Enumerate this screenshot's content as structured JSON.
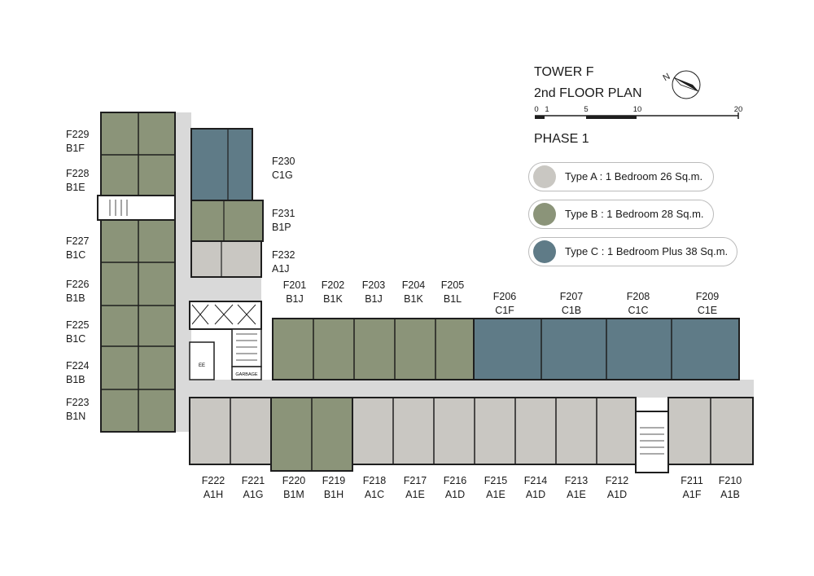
{
  "header": {
    "tower": "TOWER F",
    "floor": "2nd FLOOR PLAN",
    "phase": "PHASE 1",
    "north_letter": "N",
    "scale_ticks": [
      "0",
      "1",
      "5",
      "10",
      "20"
    ]
  },
  "legend": [
    {
      "label": "Type A : 1 Bedroom 26 Sq.m.",
      "color": "#c9c7c2"
    },
    {
      "label": "Type B : 1 Bedroom 28 Sq.m.",
      "color": "#8b9479"
    },
    {
      "label": "Type C : 1 Bedroom Plus 38 Sq.m.",
      "color": "#5f7b87"
    }
  ],
  "colors": {
    "type_a": "#c9c7c2",
    "type_b": "#8b9479",
    "type_c": "#5f7b87",
    "corridor": "#d9d9d9",
    "wall": "#1e1e1e"
  },
  "rooms": {
    "ee": "EE",
    "garbage": "GARBAGE"
  },
  "units_left": [
    {
      "id": "F229",
      "type": "B1F"
    },
    {
      "id": "F228",
      "type": "B1E"
    },
    {
      "id": "F227",
      "type": "B1C"
    },
    {
      "id": "F226",
      "type": "B1B"
    },
    {
      "id": "F225",
      "type": "B1C"
    },
    {
      "id": "F224",
      "type": "B1B"
    },
    {
      "id": "F223",
      "type": "B1N"
    }
  ],
  "units_upper_mid": [
    {
      "id": "F230",
      "type": "C1G"
    },
    {
      "id": "F231",
      "type": "B1P"
    },
    {
      "id": "F232",
      "type": "A1J"
    }
  ],
  "units_top": [
    {
      "id": "F201",
      "type": "B1J"
    },
    {
      "id": "F202",
      "type": "B1K"
    },
    {
      "id": "F203",
      "type": "B1J"
    },
    {
      "id": "F204",
      "type": "B1K"
    },
    {
      "id": "F205",
      "type": "B1L"
    },
    {
      "id": "F206",
      "type": "C1F"
    },
    {
      "id": "F207",
      "type": "C1B"
    },
    {
      "id": "F208",
      "type": "C1C"
    },
    {
      "id": "F209",
      "type": "C1E"
    }
  ],
  "units_bottom": [
    {
      "id": "F222",
      "type": "A1H"
    },
    {
      "id": "F221",
      "type": "A1G"
    },
    {
      "id": "F220",
      "type": "B1M"
    },
    {
      "id": "F219",
      "type": "B1H"
    },
    {
      "id": "F218",
      "type": "A1C"
    },
    {
      "id": "F217",
      "type": "A1E"
    },
    {
      "id": "F216",
      "type": "A1D"
    },
    {
      "id": "F215",
      "type": "A1E"
    },
    {
      "id": "F214",
      "type": "A1D"
    },
    {
      "id": "F213",
      "type": "A1E"
    },
    {
      "id": "F212",
      "type": "A1D"
    },
    {
      "id": "F211",
      "type": "A1F"
    },
    {
      "id": "F210",
      "type": "A1B"
    }
  ]
}
